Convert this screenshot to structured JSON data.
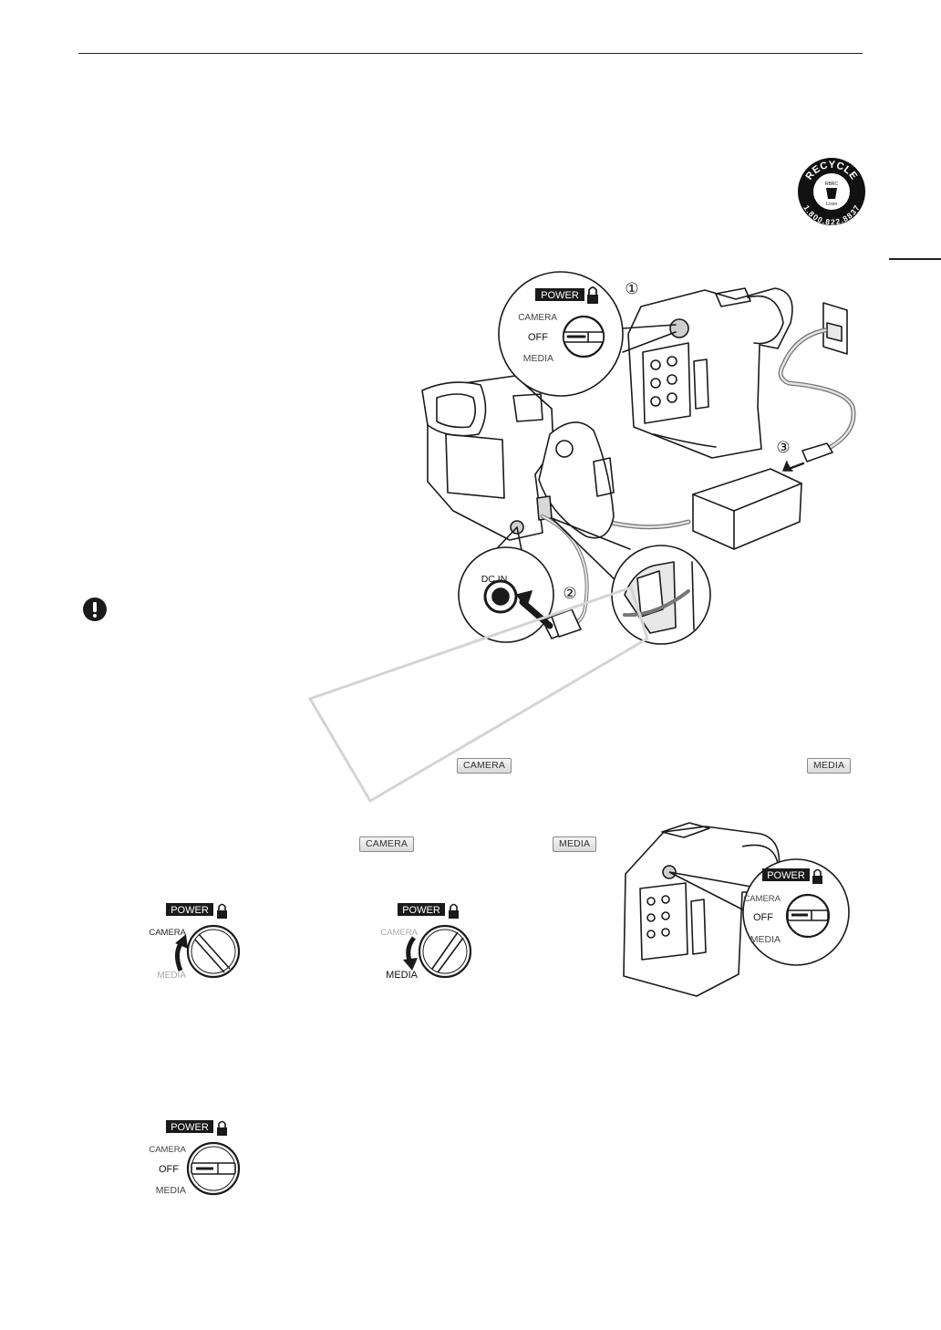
{
  "icons": {
    "recycle": "recycle-rbrc-logo",
    "warning": "exclamation-circle-icon",
    "lock": "lock-icon",
    "arrow_up": "curved-arrow-up-icon",
    "arrow_down": "curved-arrow-down-icon"
  },
  "recycle_logo": {
    "top_text": "RECYCLE",
    "seal_text": "RBRC",
    "chem_text": "Li-ion",
    "phone": "1.800.822.8837"
  },
  "setup_illustration": {
    "step1": "①",
    "step2": "②",
    "step3": "③",
    "dc_in_label": "DC IN",
    "power_label": "POWER",
    "camera_label": "CAMERA",
    "off_label": "OFF",
    "media_label": "MEDIA"
  },
  "mode_badges": {
    "camera": "CAMERA",
    "media": "MEDIA"
  },
  "dials": {
    "power_label": "POWER",
    "camera_label": "CAMERA",
    "off_label": "OFF",
    "media_label": "MEDIA"
  },
  "colors": {
    "ink": "#1a1a1a",
    "badge_fill": "#e6e6e6",
    "watermark": "#d4d4d4"
  }
}
